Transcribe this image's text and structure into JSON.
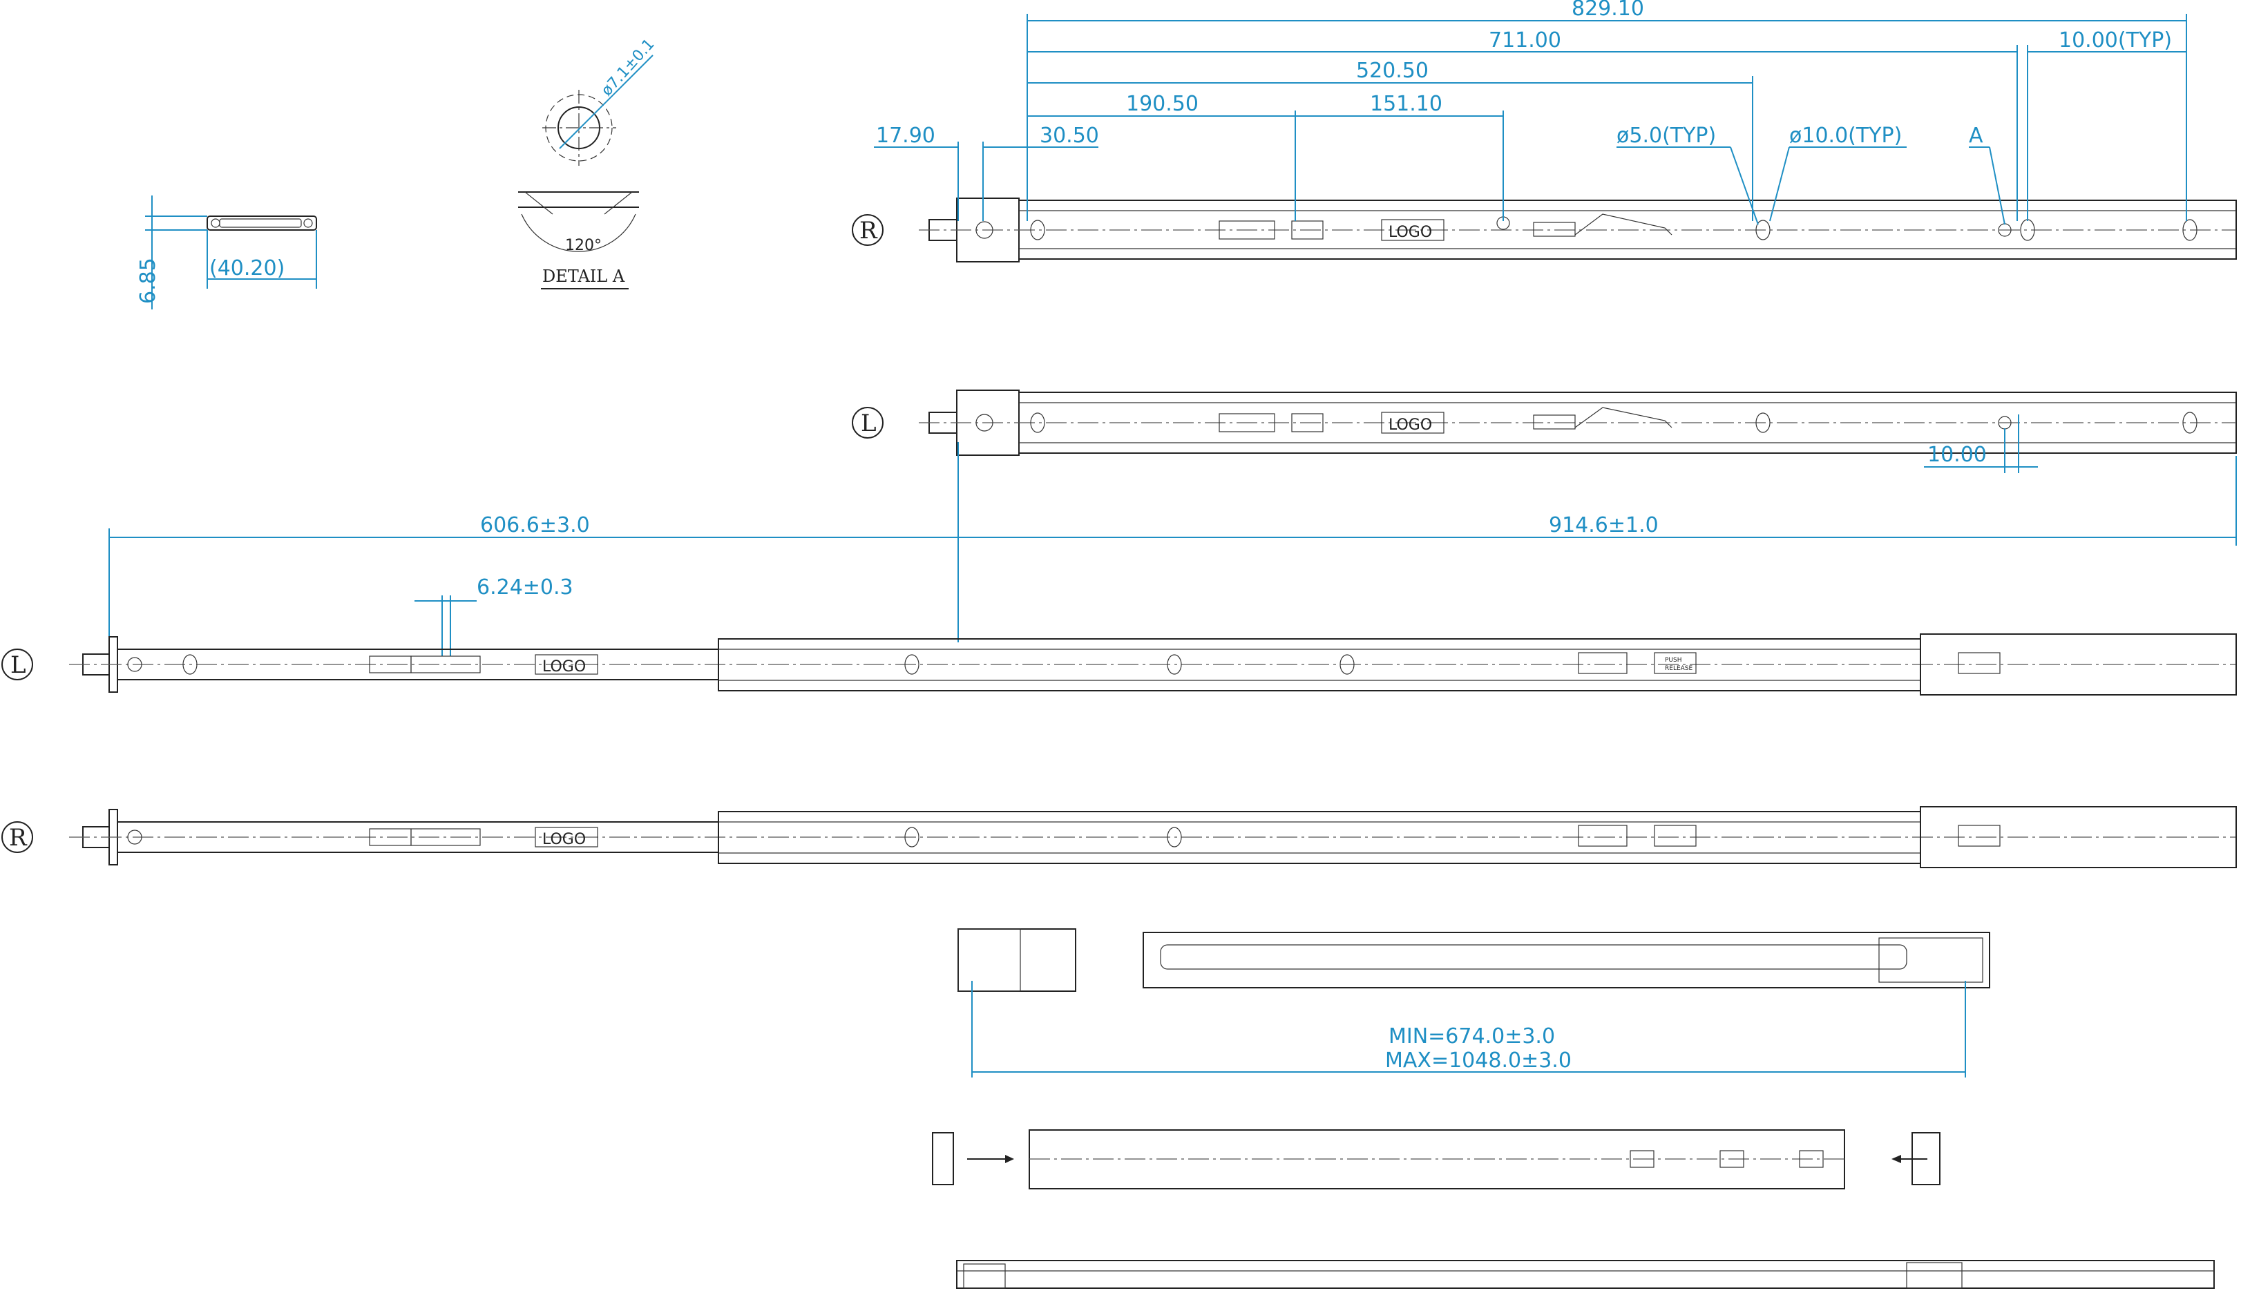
{
  "dimensions": {
    "d829": "829.10",
    "d711": "711.00",
    "d10typ": "10.00(TYP)",
    "d520": "520.50",
    "d190": "190.50",
    "d151": "151.10",
    "d17": "17.90",
    "d30": "30.50",
    "phi5": "ø5.0(TYP)",
    "phi10": "ø10.0(TYP)",
    "refA": "A",
    "d10": "10.00",
    "d606": "606.6±3.0",
    "d914": "914.6±1.0",
    "d624": "6.24±0.3",
    "d685": "6.85",
    "d4020": "(40.20)",
    "hole": "ø7.1±0.1",
    "angle": "120°",
    "detail": "DETAIL A",
    "min": "MIN=674.0±3.0",
    "max": "MAX=1048.0±3.0"
  },
  "views": {
    "r1": "R",
    "l1": "L",
    "l2": "L",
    "r2": "R"
  },
  "slide_markings": {
    "logo": "LOGO",
    "push": "PUSH",
    "release": "RELEASE"
  },
  "colors": {
    "dimension": "#1f8fc4",
    "outline": "#222222"
  }
}
